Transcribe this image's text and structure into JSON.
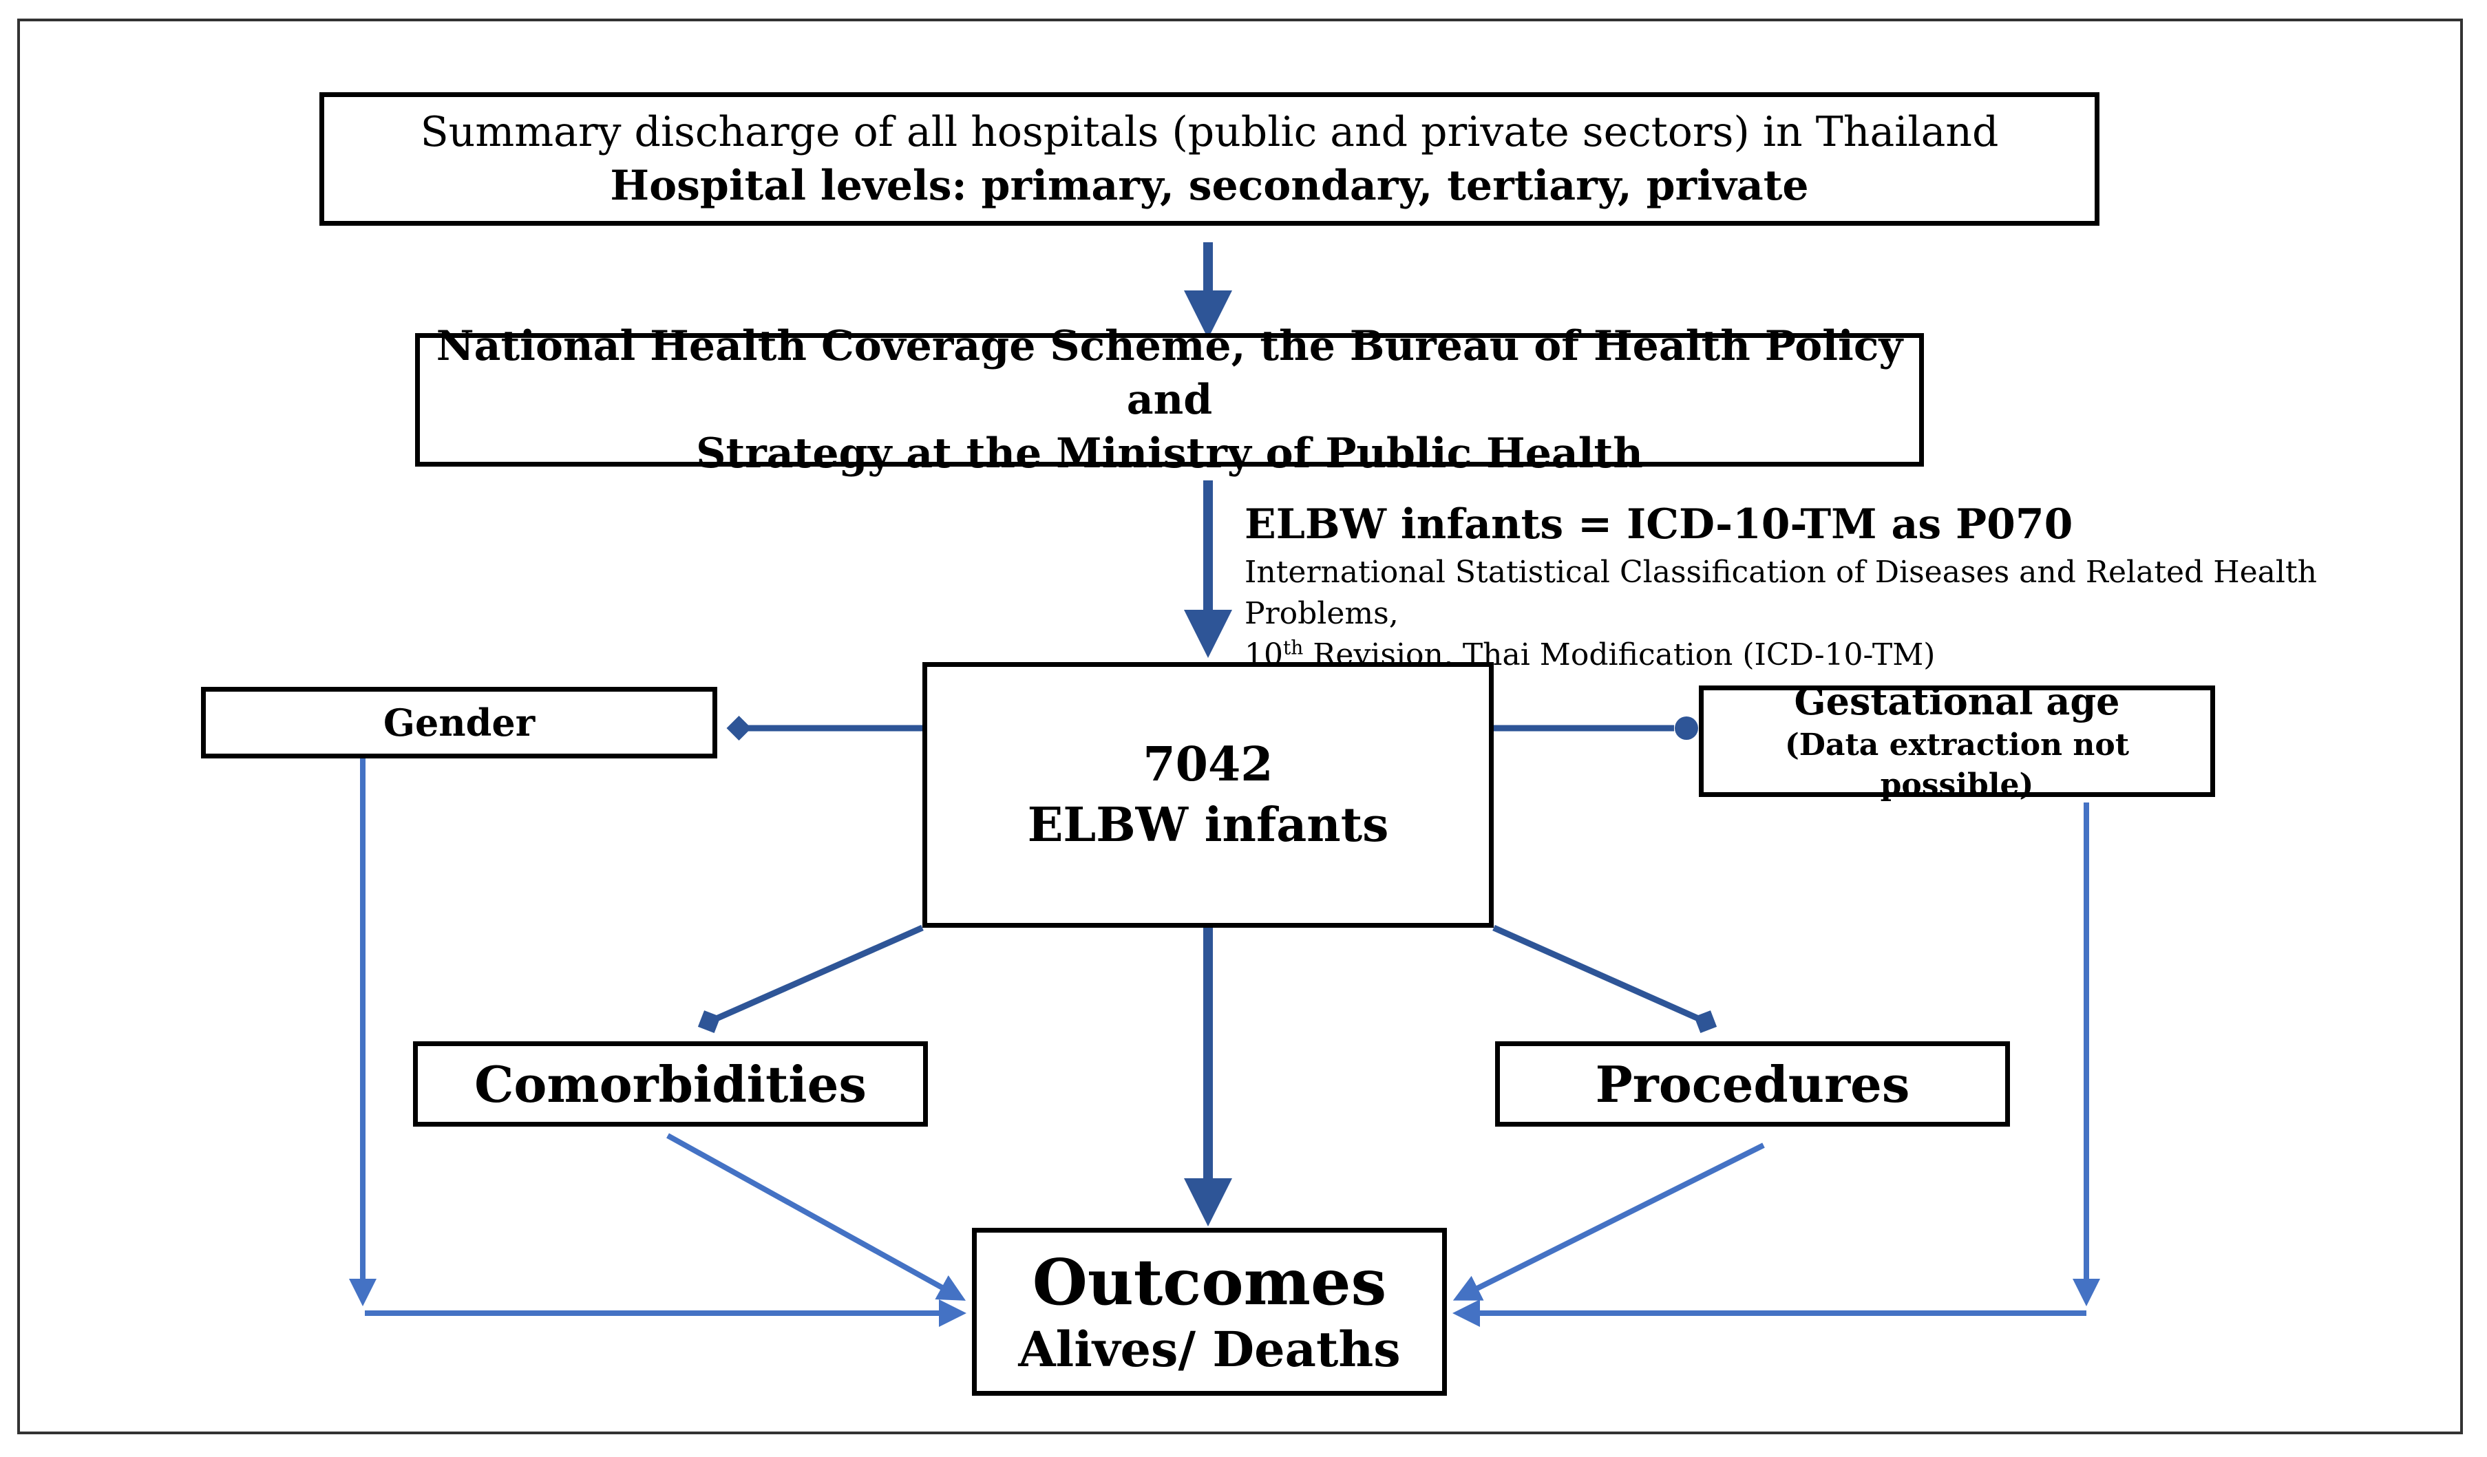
{
  "source_box": {
    "line1": "Summary discharge of all hospitals (public and private sectors) in Thailand",
    "line2": "Hospital levels: primary, secondary, tertiary, private"
  },
  "nhcs_box": {
    "line1": "National Health Coverage Scheme, the Bureau of Health Policy and",
    "line2": "Strategy at the Ministry of Public Health"
  },
  "elbw_definition": {
    "heading": "ELBW infants = ICD-10-TM as P070",
    "desc_line1": "International Statistical Classification of Diseases and Related Health Problems,",
    "desc_line2_pre": "10",
    "desc_line2_sup": "th",
    "desc_line2_post": " Revision, Thai Modification (ICD-10-TM)"
  },
  "center_box": {
    "count": "7042",
    "label": "ELBW infants"
  },
  "gender_box": {
    "label": "Gender"
  },
  "gestational_box": {
    "label": "Gestational age",
    "note": "(Data extraction not possible)"
  },
  "comorbidities_box": {
    "label": "Comorbidities"
  },
  "procedures_box": {
    "label": "Procedures"
  },
  "outcomes_box": {
    "title": "Outcomes",
    "subtitle": "Alives/ Deaths"
  },
  "colors": {
    "dark_arrow": "#2e5597",
    "light_arrow": "#4472c4",
    "border": "#000000"
  }
}
